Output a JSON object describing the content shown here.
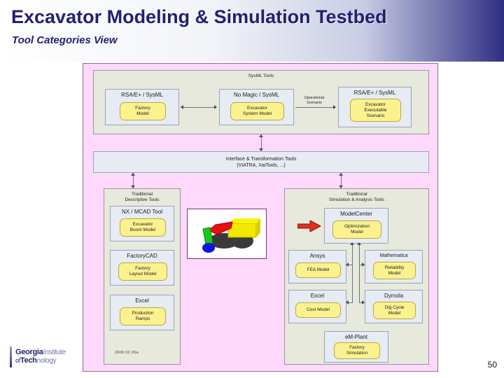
{
  "slide": {
    "title": "Excavator Modeling & Simulation Testbed",
    "subtitle": "Tool Categories View",
    "page_number": "50",
    "datestamp": "2006 02 26a",
    "accent_color": "#232070",
    "canvas_background": "#ffd9fb",
    "category_background": "#e7e9dd",
    "tool_background": "#e6ebf4",
    "model_background": "#fbf28f",
    "callout_arrow_color": "#e03020"
  },
  "footer": {
    "logo_line1_bold": "Georgia",
    "logo_line1_thin": "Institute",
    "logo_line1_thin2": "of",
    "logo_line2_pre": "of",
    "logo_line2_bold": "Tech",
    "logo_line2_thin": "nology"
  },
  "diagram": {
    "sysml_group": {
      "title": "SysML Tools",
      "tools": [
        {
          "name": "RSA/E+ / SysML",
          "model": "Factory\nModel"
        },
        {
          "name": "No Magic / SysML",
          "model": "Excavator\nSystem Model"
        },
        {
          "name": "RSA/E+ / SysML",
          "model": "Excavator\nExecutable\nScenario"
        }
      ],
      "edge_label": "Operational\nScenario"
    },
    "interface_band": {
      "line1": "Interface & Transformation Tools",
      "line2": "(VIATRA, XaiTools, ...)"
    },
    "descriptive_group": {
      "title": "Traditional\nDescriptive Tools",
      "tools": [
        {
          "name": "NX / MCAD Tool",
          "model": "Excavator\nBoom Model"
        },
        {
          "name": "FactoryCAD",
          "model": "Factory\nLayout Model"
        },
        {
          "name": "Excel",
          "model": "Production\nRamps"
        }
      ]
    },
    "simulation_group": {
      "title": "Traditional\nSimulation & Analysis Tools",
      "tools": [
        {
          "name": "ModelCenter",
          "model": "Optimization\nModel"
        },
        {
          "name": "Ansys",
          "model": "FEA Model"
        },
        {
          "name": "Mathematica",
          "model": "Reliability\nModel"
        },
        {
          "name": "Excel",
          "model": "Cost Model"
        },
        {
          "name": "Dymola",
          "model": "Dig Cycle\nModel"
        },
        {
          "name": "eM-Plant",
          "model": "Factory\nSimulation"
        }
      ]
    },
    "excavator_image": {
      "alt": "3D excavator rendering",
      "body_color": "#f2e800",
      "track_color": "#3a3a3a",
      "boom_color": "#e81010",
      "arm_color": "#18c818",
      "bucket_color": "#1010e8"
    }
  }
}
